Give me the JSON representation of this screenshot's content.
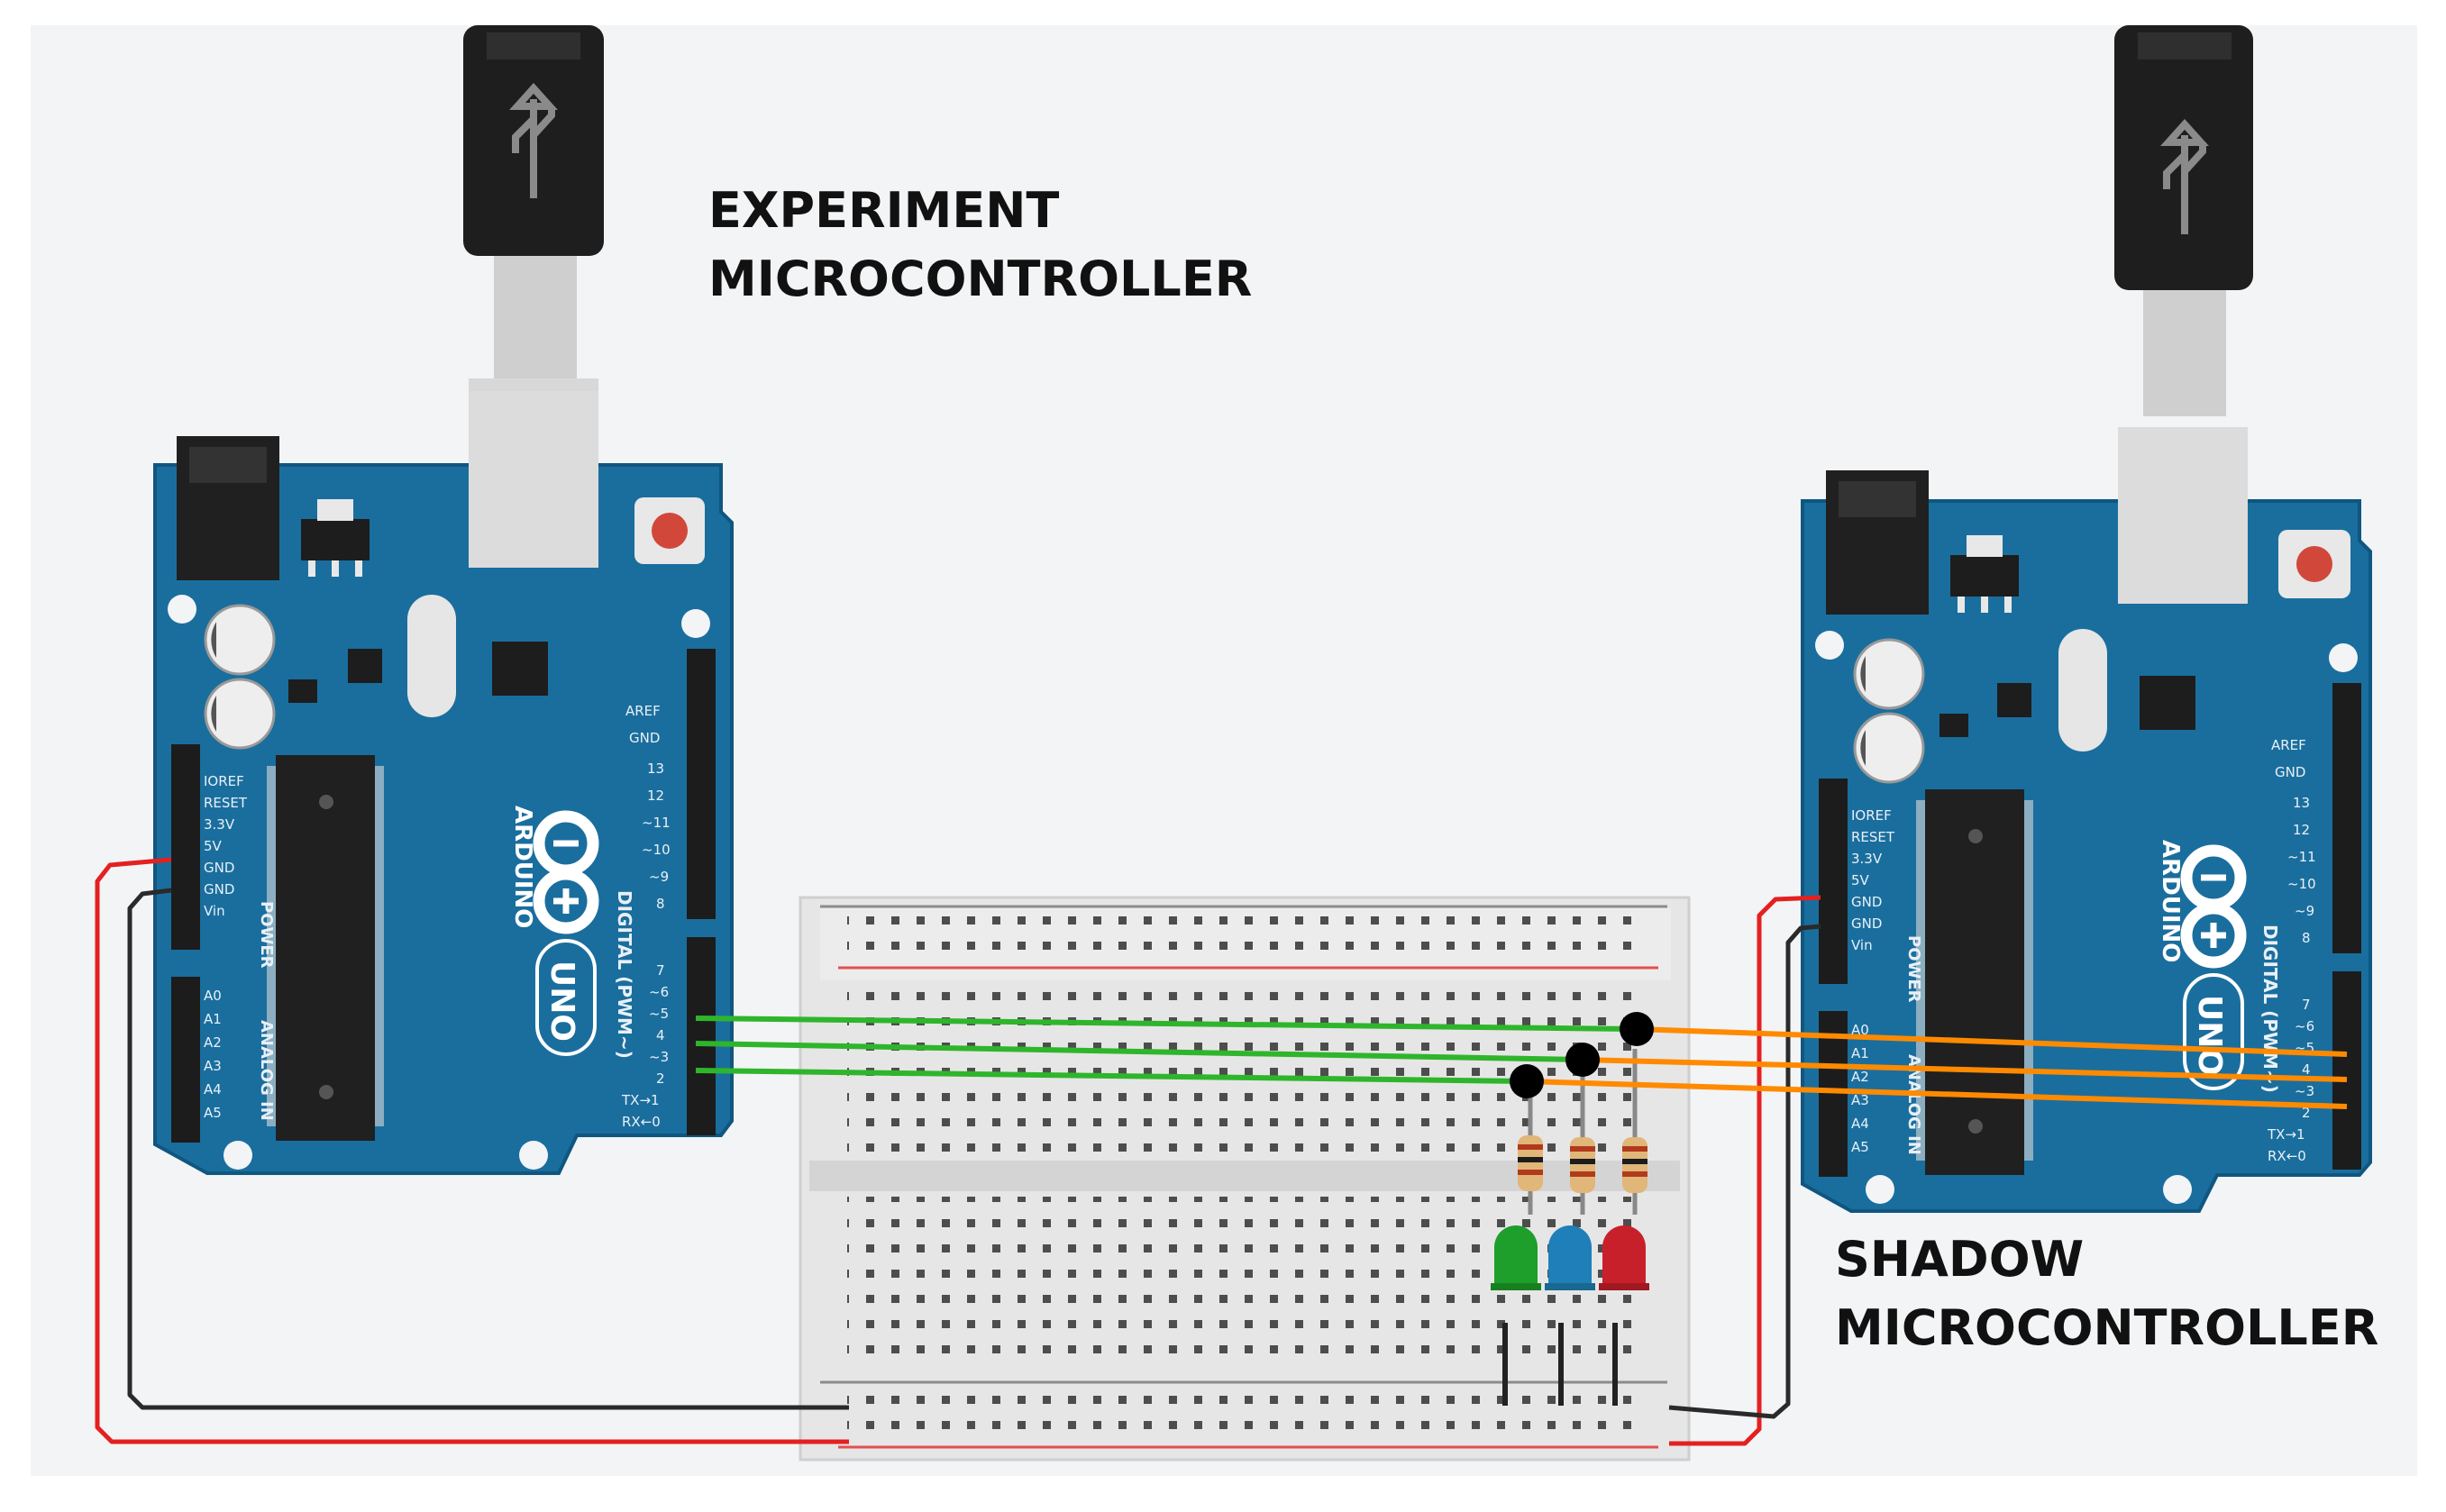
{
  "captions": {
    "experiment": [
      "EXPERIMENT",
      "MICROCONTROLLER"
    ],
    "shadow": [
      "SHADOW",
      "MICROCONTROLLER"
    ]
  },
  "board_labels": {
    "brand": "ARDUINO",
    "model": "UNO",
    "power": "POWER",
    "analog_in": "ANALOG IN",
    "digital": "DIGITAL (PWM~)",
    "power_pins": [
      "IOREF",
      "RESET",
      "3.3V",
      "5V",
      "GND",
      "GND",
      "Vin"
    ],
    "analog_pins": [
      "A0",
      "A1",
      "A2",
      "A3",
      "A4",
      "A5"
    ],
    "digital_pins_top": [
      "AREF",
      "GND",
      "13",
      "12",
      "~11",
      "~10",
      "~9",
      "8"
    ],
    "digital_pins_bottom": [
      "7",
      "~6",
      "~5",
      "4",
      "~3",
      "2",
      "TX→1",
      "RX←0"
    ]
  },
  "colors": {
    "background": "#f2f4f6",
    "board": "#1a6e9e",
    "board_edge": "#0f5680",
    "header": "#1c1c1c",
    "breadboard": "#e6e6e6",
    "green_wire": "#2fb52c",
    "orange_wire": "#ff8a00",
    "red_wire": "#e42020",
    "black_wire": "#2a2a2a",
    "led_green": "#1e9e2a",
    "led_blue": "#1f7fb8",
    "led_red": "#c8202a",
    "reset_button": "#d1483a"
  },
  "leds": [
    "green",
    "blue",
    "red"
  ]
}
